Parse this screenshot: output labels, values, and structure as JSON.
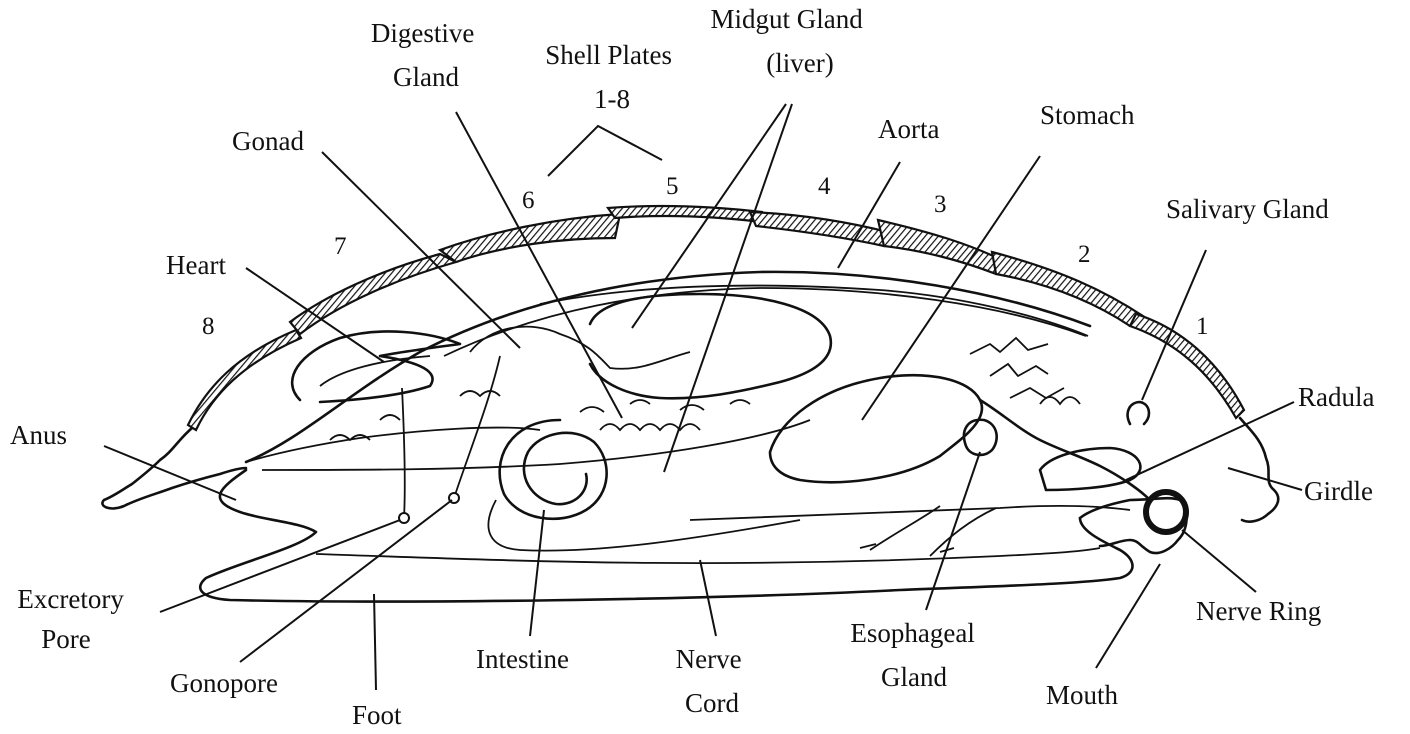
{
  "labels": {
    "digestive_gland": [
      "Digestive",
      "Gland"
    ],
    "shell_plates": [
      "Shell Plates",
      "1-8"
    ],
    "midgut_gland": [
      "Midgut Gland",
      "(liver)"
    ],
    "aorta": "Aorta",
    "stomach": "Stomach",
    "gonad": "Gonad",
    "salivary_gland": "Salivary Gland",
    "heart": "Heart",
    "anus": "Anus",
    "radula": "Radula",
    "girdle": "Girdle",
    "excretory_pore": [
      "Excretory",
      "Pore"
    ],
    "gonopore": "Gonopore",
    "foot": "Foot",
    "intestine": "Intestine",
    "nerve_cord": [
      "Nerve",
      "Cord"
    ],
    "esophageal_gland": [
      "Esophageal",
      "Gland"
    ],
    "mouth": "Mouth",
    "nerve_ring": "Nerve Ring"
  },
  "plate_numbers": [
    "1",
    "2",
    "3",
    "4",
    "5",
    "6",
    "7",
    "8"
  ]
}
